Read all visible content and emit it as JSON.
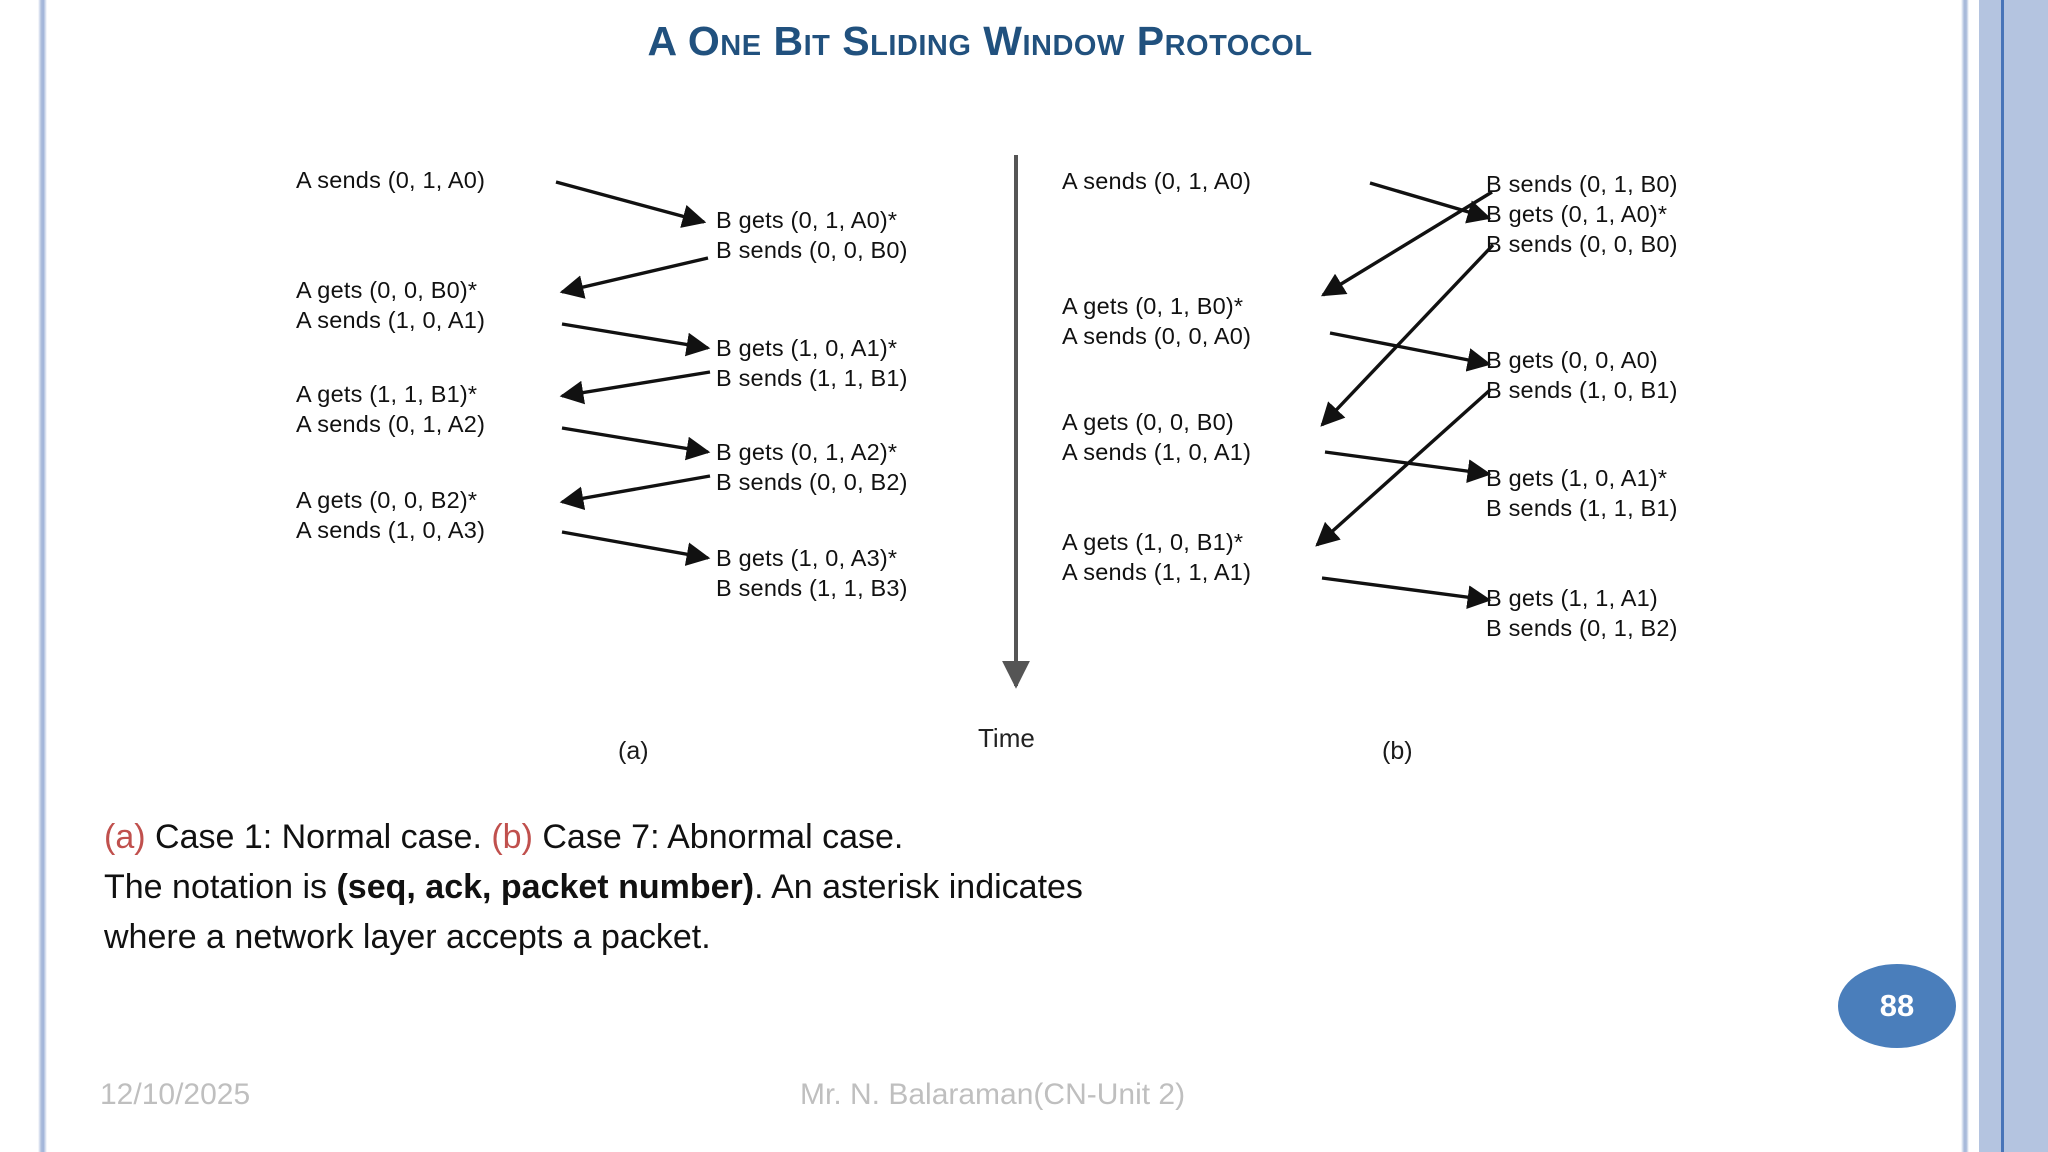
{
  "slide": {
    "title": "A One Bit Sliding Window Protocol",
    "number": "88",
    "accent_blue": "#21517e",
    "badge_blue": "#4a7ebb",
    "caption_mark_red": "#c0504d"
  },
  "footer": {
    "date": "12/10/2025",
    "author": "Mr. N. Balaraman(CN-Unit 2)"
  },
  "caption": {
    "mark_a": "(a)",
    "text_1": " Case 1: Normal case. ",
    "mark_b": "(b)",
    "text_2": " Case 7: Abnormal case.",
    "line2_pre": "The notation is ",
    "line2_bold": "(seq, ack, packet number)",
    "line2_post": ".   An asterisk indicates",
    "line3": "where a network layer accepts a packet."
  },
  "time_axis": {
    "label": "Time"
  },
  "diagram_a": {
    "panel_label": "(a)",
    "left_events": [
      {
        "id": "a1",
        "lines": [
          "A sends (0, 1, A0)"
        ]
      },
      {
        "id": "a2",
        "lines": [
          "A gets (0, 0, B0)*",
          "A sends (1, 0, A1)"
        ]
      },
      {
        "id": "a3",
        "lines": [
          "A gets (1, 1, B1)*",
          "A sends (0, 1, A2)"
        ]
      },
      {
        "id": "a4",
        "lines": [
          "A gets (0, 0, B2)*",
          "A sends (1, 0, A3)"
        ]
      }
    ],
    "right_events": [
      {
        "id": "b1",
        "lines": [
          "B gets (0, 1, A0)*",
          "B sends (0, 0, B0)"
        ]
      },
      {
        "id": "b2",
        "lines": [
          "B gets (1, 0, A1)*",
          "B sends (1, 1, B1)"
        ]
      },
      {
        "id": "b3",
        "lines": [
          "B gets (0, 1, A2)*",
          "B sends (0, 0, B2)"
        ]
      },
      {
        "id": "b4",
        "lines": [
          "B gets (1, 0, A3)*",
          "B sends (1, 1, B3)"
        ]
      }
    ]
  },
  "diagram_b": {
    "panel_label": "(b)",
    "left_events": [
      {
        "id": "a1",
        "lines": [
          "A sends (0, 1, A0)"
        ]
      },
      {
        "id": "a2",
        "lines": [
          "A gets (0, 1, B0)*",
          "A sends (0, 0, A0)"
        ]
      },
      {
        "id": "a3",
        "lines": [
          "A gets (0, 0, B0)",
          "A sends (1, 0, A1)"
        ]
      },
      {
        "id": "a4",
        "lines": [
          "A gets (1, 0, B1)*",
          "A sends (1, 1, A1)"
        ]
      }
    ],
    "right_events": [
      {
        "id": "b0",
        "lines": [
          "B sends (0, 1, B0)"
        ]
      },
      {
        "id": "b1",
        "lines": [
          "B gets (0, 1, A0)*",
          "B sends (0, 0, B0)"
        ]
      },
      {
        "id": "b2",
        "lines": [
          "B gets (0, 0, A0)",
          "B sends (1, 0, B1)"
        ]
      },
      {
        "id": "b3",
        "lines": [
          "B gets (1, 0, A1)*",
          "B sends (1, 1, B1)"
        ]
      },
      {
        "id": "b4",
        "lines": [
          "B gets (1, 1, A1)",
          "B sends (0, 1, B2)"
        ]
      }
    ]
  }
}
